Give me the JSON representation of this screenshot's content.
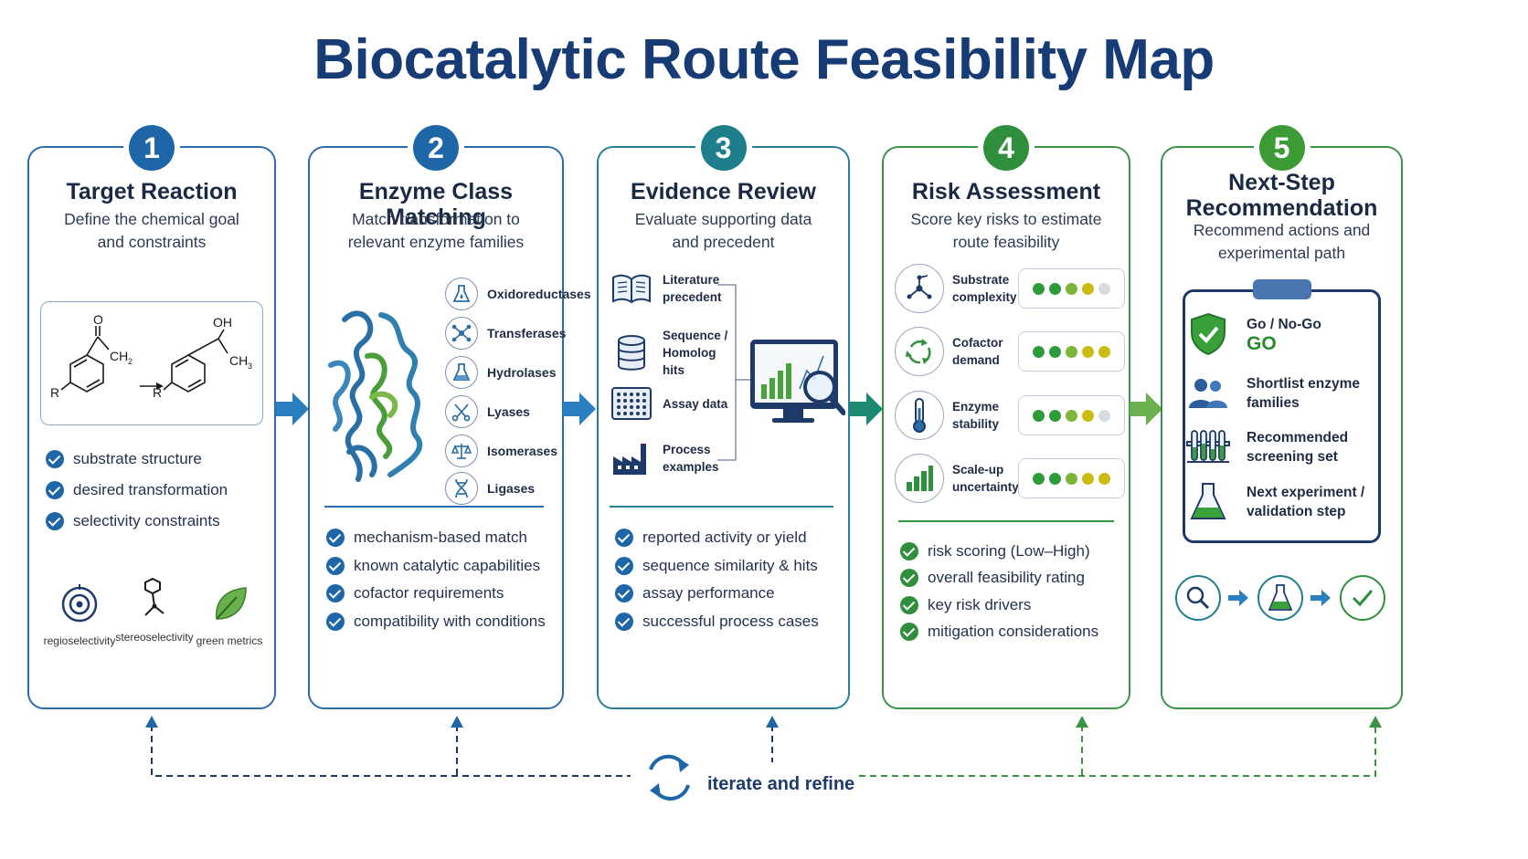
{
  "title": "Biocatalytic Route Feasibility Map",
  "colors": {
    "navy": "#173b75",
    "blue": "#1f66a8",
    "teal": "#1d7f8c",
    "green": "#2f8f3c",
    "lime": "#5aa832"
  },
  "steps": [
    {
      "number": "1",
      "title": "Target Reaction",
      "subtitle": [
        "Define the chemical goal",
        "and constraints"
      ],
      "reaction": {
        "r_left": "R",
        "o": "O",
        "ch2": "CH",
        "ch2_sub": "2",
        "r_right": "R",
        "oh": "OH",
        "ch3": "CH",
        "ch3_sub": "3"
      },
      "checks": [
        "substrate structure",
        "desired transformation",
        "selectivity constraints"
      ],
      "icons": [
        {
          "icon": "target-icon",
          "label": "regioselectivity"
        },
        {
          "icon": "stereo-molecule-icon",
          "label": "stereoselectivity"
        },
        {
          "icon": "leaf-icon",
          "label": "green metrics"
        }
      ]
    },
    {
      "number": "2",
      "title": "Enzyme Class Matching",
      "subtitle": [
        "Match transformation to",
        "relevant enzyme families"
      ],
      "enzyme_classes": [
        {
          "icon": "flask-drop-icon",
          "label": "Oxidoreductases"
        },
        {
          "icon": "network-icon",
          "label": "Transferases"
        },
        {
          "icon": "water-drop-icon",
          "label": "Hydrolases"
        },
        {
          "icon": "scissors-icon",
          "label": "Lyases"
        },
        {
          "icon": "balance-icon",
          "label": "Isomerases"
        },
        {
          "icon": "dna-icon",
          "label": "Ligases"
        }
      ],
      "checks": [
        "mechanism-based match",
        "known catalytic capabilities",
        "cofactor requirements",
        "compatibility with conditions"
      ]
    },
    {
      "number": "3",
      "title": "Evidence Review",
      "subtitle": [
        "Evaluate supporting data",
        "and precedent"
      ],
      "evidence": [
        {
          "icon": "book-icon",
          "label": [
            "Literature",
            "precedent"
          ]
        },
        {
          "icon": "database-icon",
          "label": [
            "Sequence /",
            "Homolog hits"
          ]
        },
        {
          "icon": "plate-icon",
          "label": [
            "Assay data"
          ]
        },
        {
          "icon": "factory-icon",
          "label": [
            "Process",
            "examples"
          ]
        }
      ],
      "checks": [
        "reported activity or yield",
        "sequence similarity & hits",
        "assay performance",
        "successful process cases"
      ]
    },
    {
      "number": "4",
      "title": "Risk Assessment",
      "subtitle": [
        "Score key risks to estimate",
        "route feasibility"
      ],
      "risks": [
        {
          "icon": "molecule-icon",
          "label": [
            "Substrate",
            "complexity"
          ],
          "level": 4
        },
        {
          "icon": "cycle-icon",
          "label": [
            "Cofactor",
            "demand"
          ],
          "level": 5
        },
        {
          "icon": "thermometer-icon",
          "label": [
            "Enzyme",
            "stability"
          ],
          "level": 4
        },
        {
          "icon": "bar-chart-icon",
          "label": [
            "Scale-up",
            "uncertainty"
          ],
          "level": 5
        }
      ],
      "checks": [
        "risk scoring (Low–High)",
        "overall feasibility rating",
        "key risk drivers",
        "mitigation considerations"
      ]
    },
    {
      "number": "5",
      "title": [
        "Next-Step",
        "Recommendation"
      ],
      "subtitle": [
        "Recommend actions and",
        "experimental path"
      ],
      "recommendations": [
        {
          "icon": "shield-check-icon",
          "label": [
            "Go / No-Go"
          ],
          "value": "GO"
        },
        {
          "icon": "people-icon",
          "label": [
            "Shortlist enzyme",
            "families"
          ]
        },
        {
          "icon": "test-tubes-icon",
          "label": [
            "Recommended",
            "screening set"
          ]
        },
        {
          "icon": "flask-icon",
          "label": [
            "Next experiment /",
            "validation step"
          ]
        }
      ]
    }
  ],
  "feedback_label": "iterate and refine"
}
